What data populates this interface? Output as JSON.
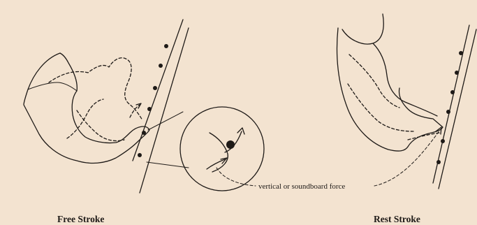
{
  "labels": {
    "free_stroke": "Free Stroke",
    "rest_stroke": "Rest Stroke",
    "annotation": "vertical or soundboard force"
  }
}
